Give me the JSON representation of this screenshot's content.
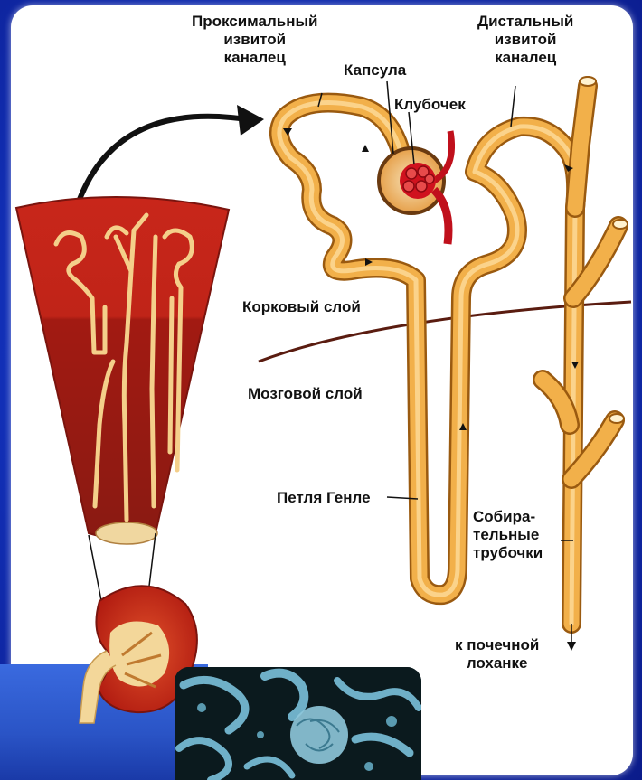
{
  "labels": {
    "proximal_tubule": "Проксимальный\nизвитой\nканалец",
    "capsule": "Капсула",
    "glomerulus": "Клубочек",
    "distal_tubule": "Дистальный\nизвитой\nканалец",
    "cortex": "Корковый слой",
    "medulla": "Мозговой слой",
    "loop_of_henle": "Петля Генле",
    "collecting_ducts": "Собира-\nтельные\nтрубочки",
    "to_renal_pelvis": "к почечной\nлоханке"
  },
  "colors": {
    "background": "#1230b8",
    "panel": "#ffffff",
    "tubule": "#f2b04a",
    "tubule_outline": "#b06a10",
    "kidney_red": "#c8261a",
    "cortex_dark": "#9e1a12",
    "glomerulus": "#d0121e",
    "boundary_line": "#5a1c10",
    "micrograph": "#6fb0c8"
  }
}
